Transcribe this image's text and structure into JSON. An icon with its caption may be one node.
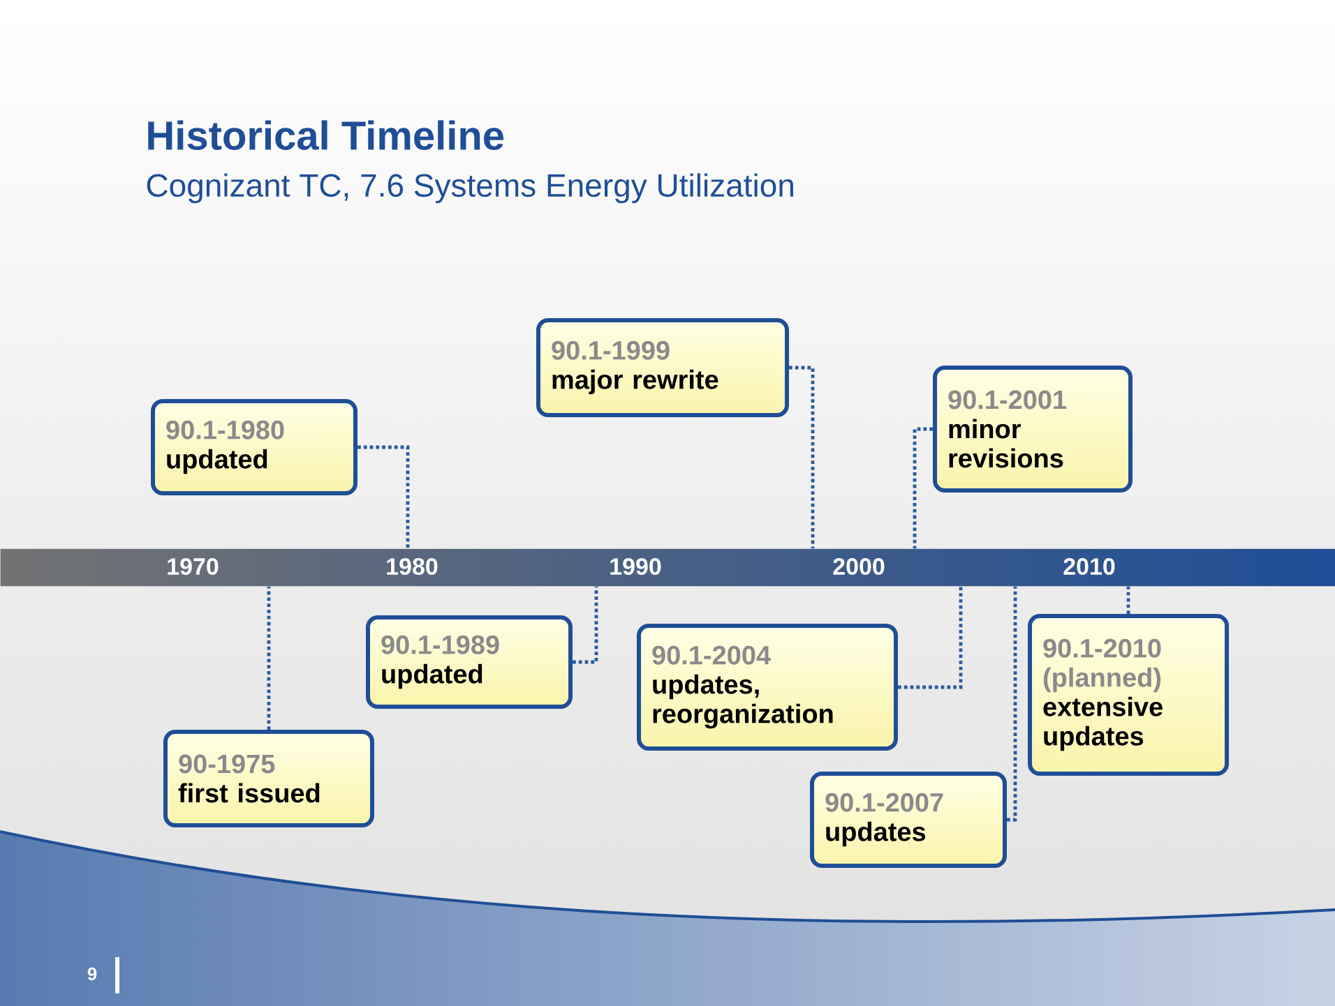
{
  "diagram": {
    "title": "Historical Timeline",
    "caption": "Cognizant TC, 7.6 Systems Energy Utilization",
    "nodes": [
      {
        "text": [
          "1970",
          "1980",
          "1990",
          "2000",
          "2010"
        ]
      },
      {
        "text": [
          "90-1975",
          "first issued"
        ]
      },
      {
        "text": [
          "90.1-1980",
          "updated"
        ]
      },
      {
        "text": [
          "90.1-1989",
          "updated"
        ]
      },
      {
        "text": [
          "90.1-1999",
          "major rewrite"
        ]
      },
      {
        "text": [
          "90.1-2001",
          "minor revisions"
        ]
      },
      {
        "text": [
          "90.1-2004",
          "updates, reorganization"
        ]
      },
      {
        "text": [
          "90.1-2007",
          "updates"
        ]
      },
      {
        "text": [
          "90.1-2010 (planned)",
          "extensive updates"
        ]
      }
    ],
    "edges": [
      {
        "from": 1,
        "to": 0,
        "arrow": "none",
        "style": "dashed"
      },
      {
        "from": 2,
        "to": 0,
        "arrow": "none",
        "style": "dashed"
      },
      {
        "from": 3,
        "to": 0,
        "arrow": "none",
        "style": "dashed"
      },
      {
        "from": 4,
        "to": 0,
        "arrow": "none",
        "style": "dashed"
      },
      {
        "from": 5,
        "to": 0,
        "arrow": "none",
        "style": "dashed"
      },
      {
        "from": 6,
        "to": 0,
        "arrow": "none",
        "style": "dashed"
      },
      {
        "from": 7,
        "to": 0,
        "arrow": "none",
        "style": "dashed"
      },
      {
        "from": 8,
        "to": 0,
        "arrow": "none",
        "style": "dashed"
      }
    ],
    "labels": [
      "9"
    ]
  }
}
